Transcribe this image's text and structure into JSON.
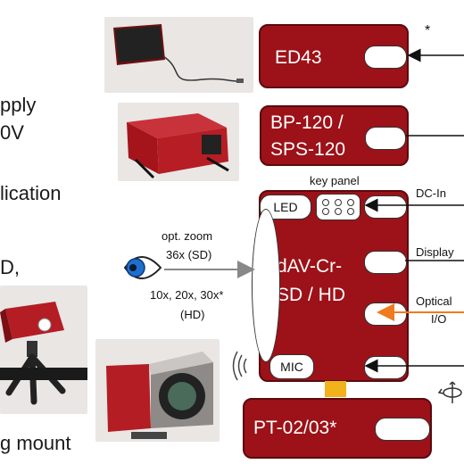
{
  "left_text": {
    "line1": "pply",
    "line2": "0V",
    "line3": "lication",
    "line4": "D,",
    "line5": "g mount"
  },
  "devices": {
    "ed43": "ED43",
    "bp120_line1": "BP-120 /",
    "bp120_line2": "SPS-120",
    "main_line1": "dAV-Cr-",
    "main_line2": "SD / HD",
    "pt": "PT-02/03*"
  },
  "labels": {
    "asterisk": "*",
    "key_panel": "key panel",
    "led": "LED",
    "mic": "MIC",
    "dc_in": "DC-In",
    "display": "Display",
    "optical_line1": "Optical",
    "optical_line2": "I/O",
    "zoom_line1": "opt. zoom",
    "zoom_line2": "36x (SD)",
    "zoom_line3": "10x, 20x, 30x*",
    "zoom_line4": "(HD)"
  },
  "colors": {
    "device_red": "#9c1218",
    "connector_yellow": "#f2b21c",
    "optical_arrow": "#f07a1e",
    "eye_blue": "#1e6fd0"
  }
}
